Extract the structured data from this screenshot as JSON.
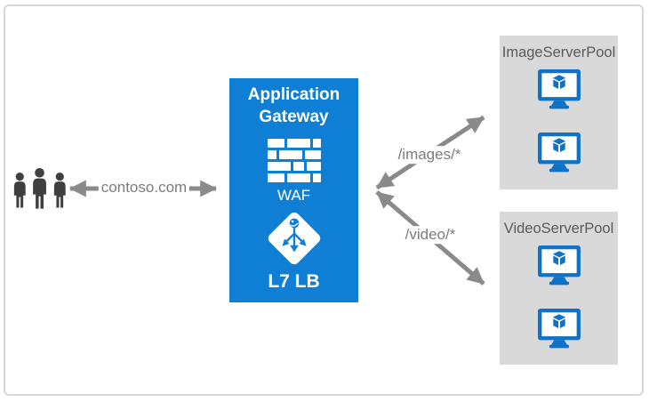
{
  "colors": {
    "gateway_blue": "#0f7fd5",
    "monitor_blue": "#0e72c9",
    "pool_bg": "#d9d9d9",
    "arrow_gray": "#8a8a8a",
    "label_text": "#7c7c7c",
    "pool_title": "#595959",
    "users_icon": "#3f3f3f",
    "frame_border": "#d8d8d8"
  },
  "client": {
    "link_label": "contoso.com"
  },
  "gateway": {
    "title": "Application Gateway",
    "waf_label": "WAF",
    "lb_label": "L7 LB"
  },
  "routes": [
    {
      "label": "/images/*"
    },
    {
      "label": "/video/*"
    }
  ],
  "pools": [
    {
      "title": "ImageServerPool",
      "server_count": 2
    },
    {
      "title": "VideoServerPool",
      "server_count": 2
    }
  ]
}
